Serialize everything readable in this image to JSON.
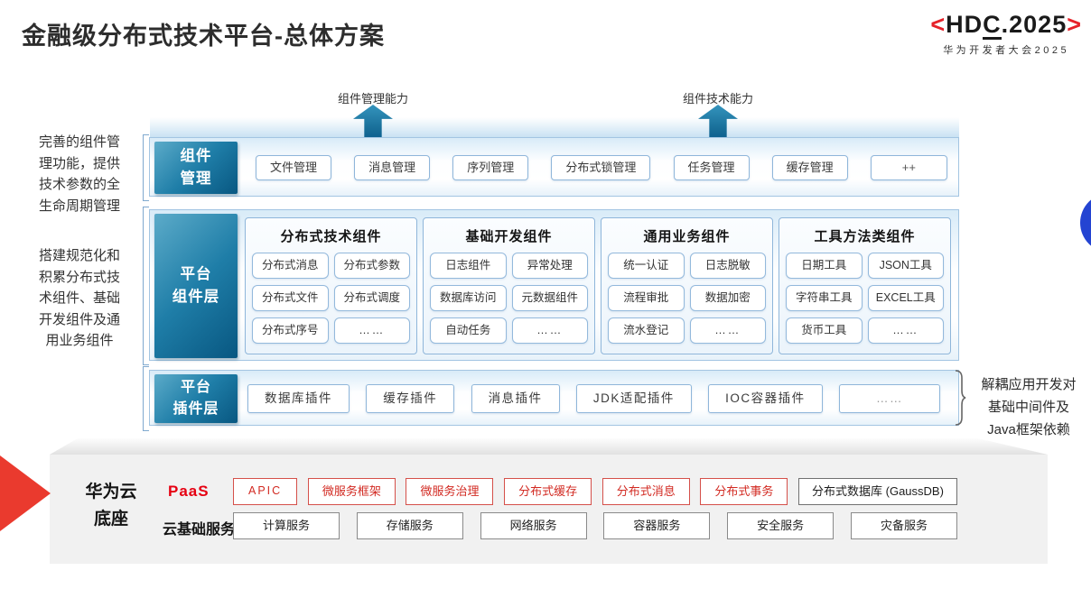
{
  "title": "金融级分布式技术平台-总体方案",
  "logo": {
    "left": "<",
    "pre": "HD",
    "c": "C",
    "post": ".2025",
    "right": ">",
    "subtitle": "华为开发者大会2025"
  },
  "left_notes": [
    {
      "lines": [
        "完善的组件管",
        "理功能，提供",
        "技术参数的全",
        "生命周期管理"
      ]
    },
    {
      "lines": [
        "搭建规范化和",
        "积累分布式技",
        "术组件、基础",
        "开发组件及通",
        "用业务组件"
      ]
    }
  ],
  "arrows": [
    {
      "label": "组件管理能力"
    },
    {
      "label": "组件技术能力"
    }
  ],
  "rows": {
    "mgmt": {
      "label_lines": [
        "组件",
        "管理"
      ],
      "items": [
        "文件管理",
        "消息管理",
        "序列管理",
        "分布式锁管理",
        "任务管理",
        "缓存管理",
        "++"
      ]
    },
    "components": {
      "label_lines": [
        "平台",
        "组件层"
      ],
      "groups": [
        {
          "title": "分布式技术组件",
          "items": [
            "分布式消息",
            "分布式参数",
            "分布式文件",
            "分布式调度",
            "分布式序号",
            "……"
          ]
        },
        {
          "title": "基础开发组件",
          "items": [
            "日志组件",
            "异常处理",
            "数据库访问",
            "元数据组件",
            "自动任务",
            "……"
          ]
        },
        {
          "title": "通用业务组件",
          "items": [
            "统一认证",
            "日志脱敏",
            "流程审批",
            "数据加密",
            "流水登记",
            "……"
          ]
        },
        {
          "title": "工具方法类组件",
          "items": [
            "日期工具",
            "JSON工具",
            "字符串工具",
            "EXCEL工具",
            "货币工具",
            "……"
          ]
        }
      ]
    },
    "plugins": {
      "label_lines": [
        "平台",
        "插件层"
      ],
      "items": [
        "数据库插件",
        "缓存插件",
        "消息插件",
        "JDK适配插件",
        "IOC容器插件",
        "……"
      ]
    }
  },
  "plugin_annotation": {
    "lines": [
      "解耦应用开发对",
      "基础中间件及",
      "Java框架依赖"
    ]
  },
  "cloud": {
    "label_lines": [
      "华为云",
      "底座"
    ],
    "paas_label": "PaaS",
    "paas_items": [
      "APIC",
      "微服务框架",
      "微服务治理",
      "分布式缓存",
      "分布式消息",
      "分布式事务"
    ],
    "paas_db_item": "分布式数据库 (GaussDB)",
    "iaas_label": "云基础服务",
    "iaas_items": [
      "计算服务",
      "存储服务",
      "网络服务",
      "容器服务",
      "安全服务",
      "灾备服务"
    ]
  },
  "colors": {
    "teal_dark": "#085781",
    "teal_light": "#5cabc9",
    "row_border": "#a3c5e2",
    "button_border": "#8fb6da",
    "logo_red": "#e62129",
    "paas_red": "#e60012",
    "box_red": "#d22a22",
    "arrow_red": "#ea3a2e",
    "panel_gray": "#f1f1f1",
    "circle_blue": "#2444d2"
  }
}
